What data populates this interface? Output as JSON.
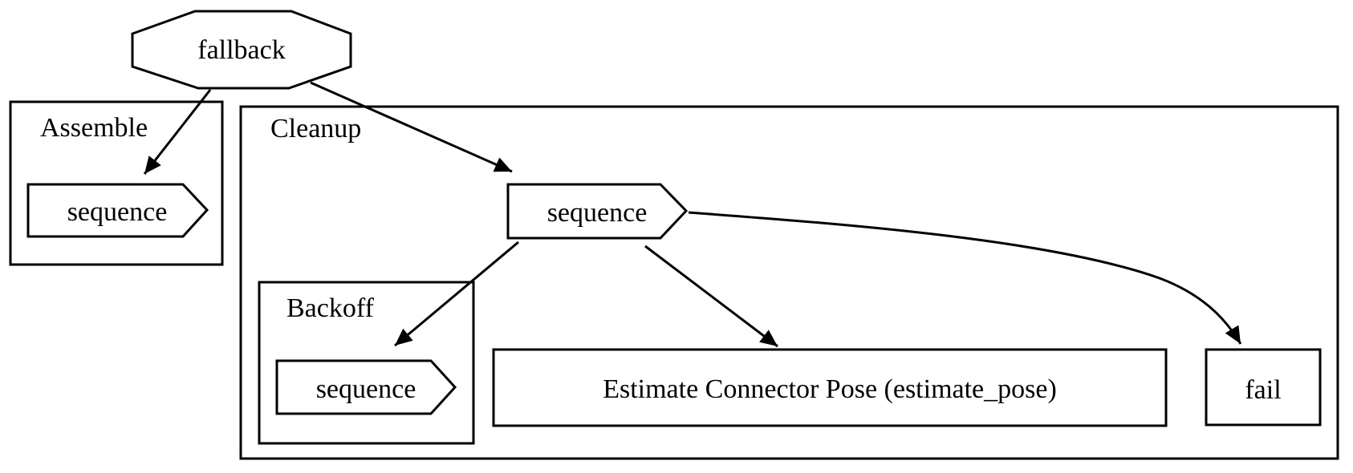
{
  "diagram": {
    "kind": "behavior-tree-graph",
    "background_color": "#ffffff",
    "stroke_color": "#000000",
    "nodes": {
      "fallback": {
        "label": "fallback",
        "shape": "octagon"
      },
      "assemble_sequence": {
        "label": "sequence",
        "shape": "cds"
      },
      "cleanup_sequence": {
        "label": "sequence",
        "shape": "cds"
      },
      "backoff_sequence": {
        "label": "sequence",
        "shape": "cds"
      },
      "estimate_pose": {
        "label": "Estimate Connector Pose (estimate_pose)",
        "shape": "box"
      },
      "fail": {
        "label": "fail",
        "shape": "box"
      }
    },
    "clusters": {
      "assemble": {
        "label": "Assemble"
      },
      "cleanup": {
        "label": "Cleanup"
      },
      "backoff": {
        "label": "Backoff"
      }
    },
    "edges": [
      {
        "from": "fallback",
        "to": "assemble_sequence"
      },
      {
        "from": "fallback",
        "to": "cleanup_sequence"
      },
      {
        "from": "cleanup_sequence",
        "to": "backoff_sequence"
      },
      {
        "from": "cleanup_sequence",
        "to": "estimate_pose"
      },
      {
        "from": "cleanup_sequence",
        "to": "fail"
      }
    ]
  }
}
